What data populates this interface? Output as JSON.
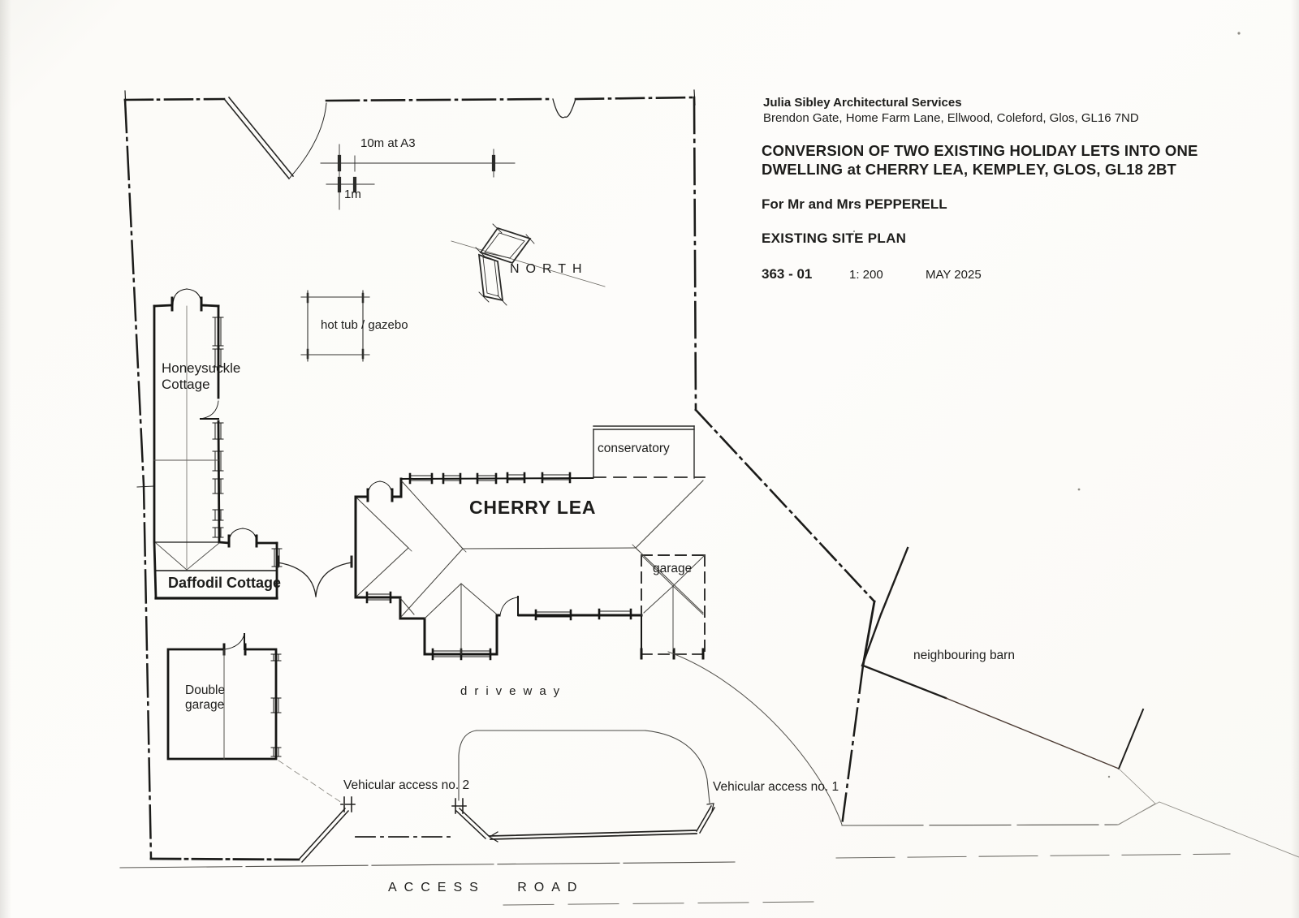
{
  "title_block": {
    "firm": "Julia Sibley Architectural Services",
    "firm_address": "Brendon Gate, Home Farm Lane, Ellwood, Coleford, Glos, GL16 7ND",
    "project_line1": "CONVERSION OF TWO EXISTING HOLIDAY LETS INTO ONE",
    "project_line2": "DWELLING at CHERRY LEA, KEMPLEY, GLOS, GL18 2BT",
    "client": "For Mr and Mrs PEPPERELL",
    "drawing_title": "EXISTING SITE PLAN",
    "drawing_number": "363 - 01",
    "scale": "1: 200",
    "date": "MAY 2025"
  },
  "scale_bar": {
    "long_label": "10m at A3",
    "short_label": "1m"
  },
  "north_arrow": {
    "label": "NORTH"
  },
  "plan_labels": {
    "honeysuckle_line1": "Honeysuckle",
    "honeysuckle_line2": "Cottage",
    "daffodil_cottage": "Daffodil Cottage",
    "hot_tub": "hot tub / gazebo",
    "cherry_lea": "CHERRY LEA",
    "conservatory": "conservatory",
    "garage": "garage",
    "double_garage_line1": "Double",
    "double_garage_line2": "garage",
    "driveway": "driveway",
    "vehicular_access_2": "Vehicular access no. 2",
    "vehicular_access_1": "Vehicular access no. 1",
    "neighbouring_barn": "neighbouring barn",
    "access_road": "ACCESS ROAD"
  },
  "colors": {
    "ink": "#1d1d1b",
    "paper": "#fcfbf8",
    "thin_line": "#4a4a46"
  }
}
